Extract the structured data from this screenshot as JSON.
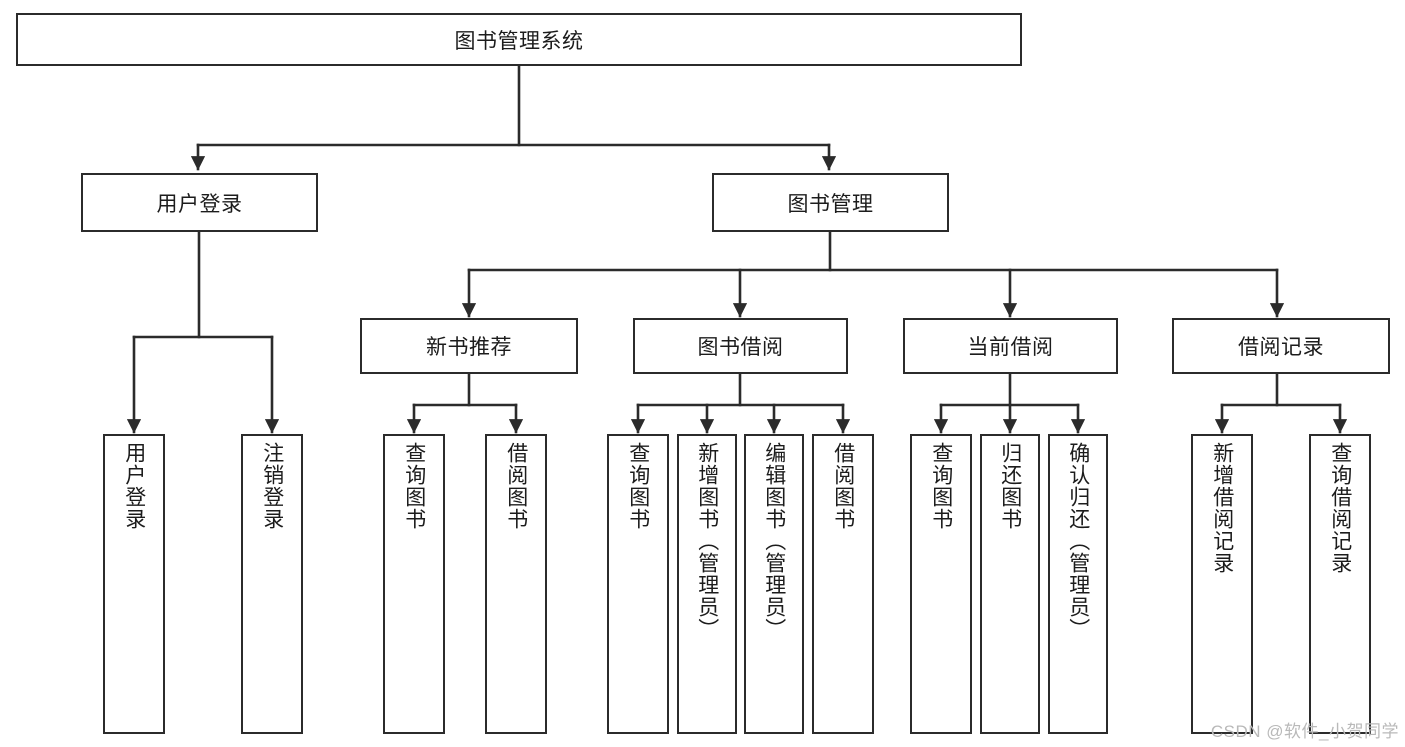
{
  "diagram": {
    "type": "tree",
    "title": "图书管理系统",
    "root": {
      "label": "图书管理系统"
    },
    "level2": [
      {
        "label": "用户登录"
      },
      {
        "label": "图书管理"
      }
    ],
    "level3": [
      {
        "label": "新书推荐"
      },
      {
        "label": "图书借阅"
      },
      {
        "label": "当前借阅"
      },
      {
        "label": "借阅记录"
      }
    ],
    "leaves": [
      {
        "label": "用户登录"
      },
      {
        "label": "注销登录"
      },
      {
        "label": "查询图书"
      },
      {
        "label": "借阅图书"
      },
      {
        "label": "查询图书"
      },
      {
        "label": "新增图书（管理员）"
      },
      {
        "label": "编辑图书（管理员）"
      },
      {
        "label": "借阅图书"
      },
      {
        "label": "查询图书"
      },
      {
        "label": "归还图书"
      },
      {
        "label": "确认归还（管理员）"
      },
      {
        "label": "新增借阅记录"
      },
      {
        "label": "查询借阅记录"
      }
    ]
  },
  "watermark": {
    "text": "CSDN @软件_小贺同学"
  },
  "colors": {
    "stroke": "#2b2b2b",
    "fill": "#ffffff",
    "text": "#1c1c1c",
    "watermark": "#b9b9b9"
  }
}
